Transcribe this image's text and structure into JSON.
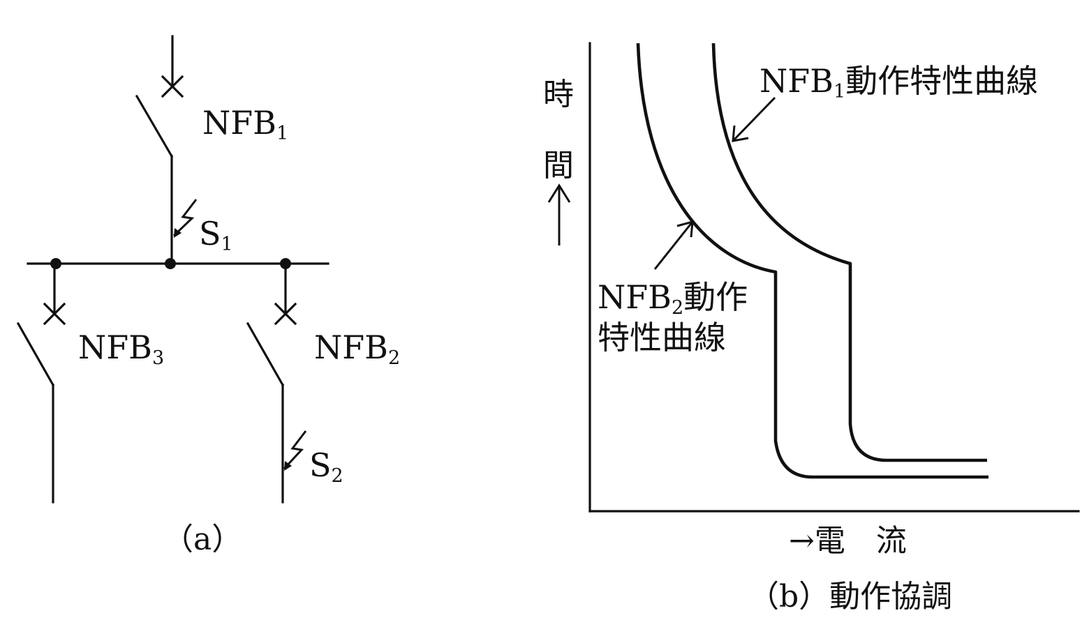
{
  "diagram_a": {
    "breakers": [
      {
        "id": "nfb1",
        "base": "NFB",
        "sub": "1"
      },
      {
        "id": "nfb2",
        "base": "NFB",
        "sub": "2"
      },
      {
        "id": "nfb3",
        "base": "NFB",
        "sub": "3"
      }
    ],
    "faults": [
      {
        "id": "s1",
        "base": "S",
        "sub": "1"
      },
      {
        "id": "s2",
        "base": "S",
        "sub": "2"
      }
    ],
    "caption": "（a）"
  },
  "diagram_b": {
    "y_axis_label": [
      "時",
      "間"
    ],
    "x_axis_label": "→電　流",
    "curve1": {
      "base": "NFB",
      "sub": "1",
      "suffix": "動作特性曲線"
    },
    "curve2": {
      "base": "NFB",
      "sub": "2",
      "line1_suffix": "動作",
      "line2": "特性曲線"
    },
    "caption": "（b）動作協調"
  },
  "colors": {
    "ink": "#111111",
    "background": "#ffffff"
  }
}
